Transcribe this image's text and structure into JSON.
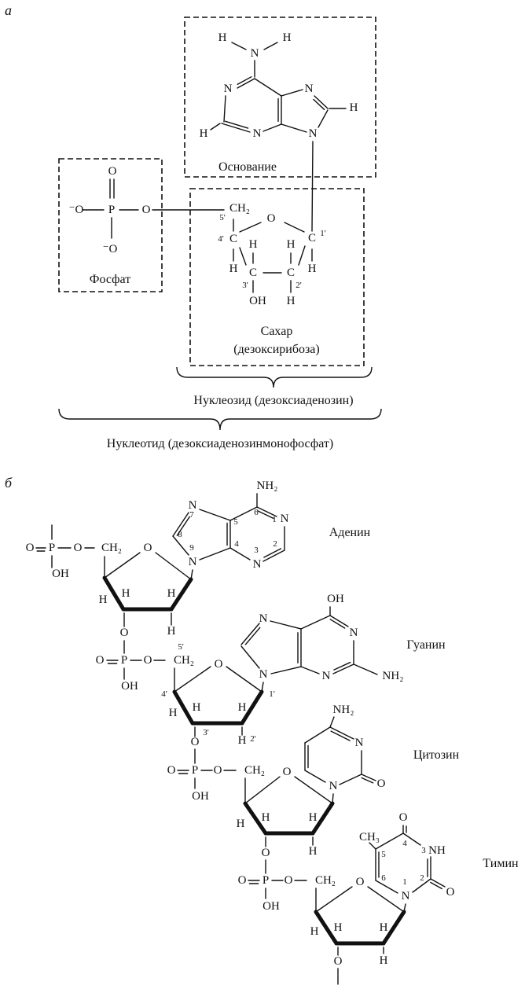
{
  "part_a": {
    "label": "а",
    "base_label": "Основание",
    "phosphate_label": "Фосфат",
    "sugar_label": "Сахар",
    "sugar_sublabel": "(дезоксирибоза)",
    "nucleoside_label": "Нуклеозид (дезоксиаденозин)",
    "nucleotide_label": "Нуклеотид (дезоксиаденозинмонофосфат)",
    "atoms": [
      "H",
      "H",
      "N",
      "N",
      "N",
      "H",
      "H",
      "N",
      "N",
      "O",
      "⁻O",
      "P",
      "O",
      "⁻O",
      "5'",
      "CH₂",
      "O",
      "4'",
      "C",
      "C",
      "1'",
      "H",
      "H",
      "H",
      "C",
      "C",
      "H",
      "3'",
      "2'",
      "OH",
      "H"
    ]
  },
  "part_b": {
    "label": "б",
    "bases": [
      "Аденин",
      "Гуанин",
      "Цитозин",
      "Тимин"
    ],
    "atoms": [
      "NH₂",
      "N",
      "N",
      "N",
      "N",
      "7",
      "6",
      "1",
      "5",
      "8",
      "9",
      "4",
      "3",
      "2",
      "O",
      "P",
      "O",
      "CH₂",
      "OH",
      "O",
      "H",
      "H",
      "H",
      "H",
      "O",
      "O",
      "P",
      "O",
      "CH₂",
      "5'",
      "OH",
      "O",
      "4'",
      "1'",
      "H",
      "H",
      "H",
      "O",
      "3'",
      "H",
      "2'",
      "OH",
      "N",
      "N",
      "N",
      "N",
      "NH₂",
      "O",
      "P",
      "O",
      "CH₂",
      "OH",
      "O",
      "H",
      "H",
      "H",
      "H",
      "O",
      "NH₂",
      "N",
      "N",
      "O",
      "O",
      "P",
      "O",
      "CH₂",
      "OH",
      "O",
      "H",
      "H",
      "H",
      "H",
      "O",
      "O",
      "CH₃",
      "4",
      "3",
      "NH",
      "5",
      "6",
      "1",
      "2",
      "N",
      "O"
    ]
  }
}
